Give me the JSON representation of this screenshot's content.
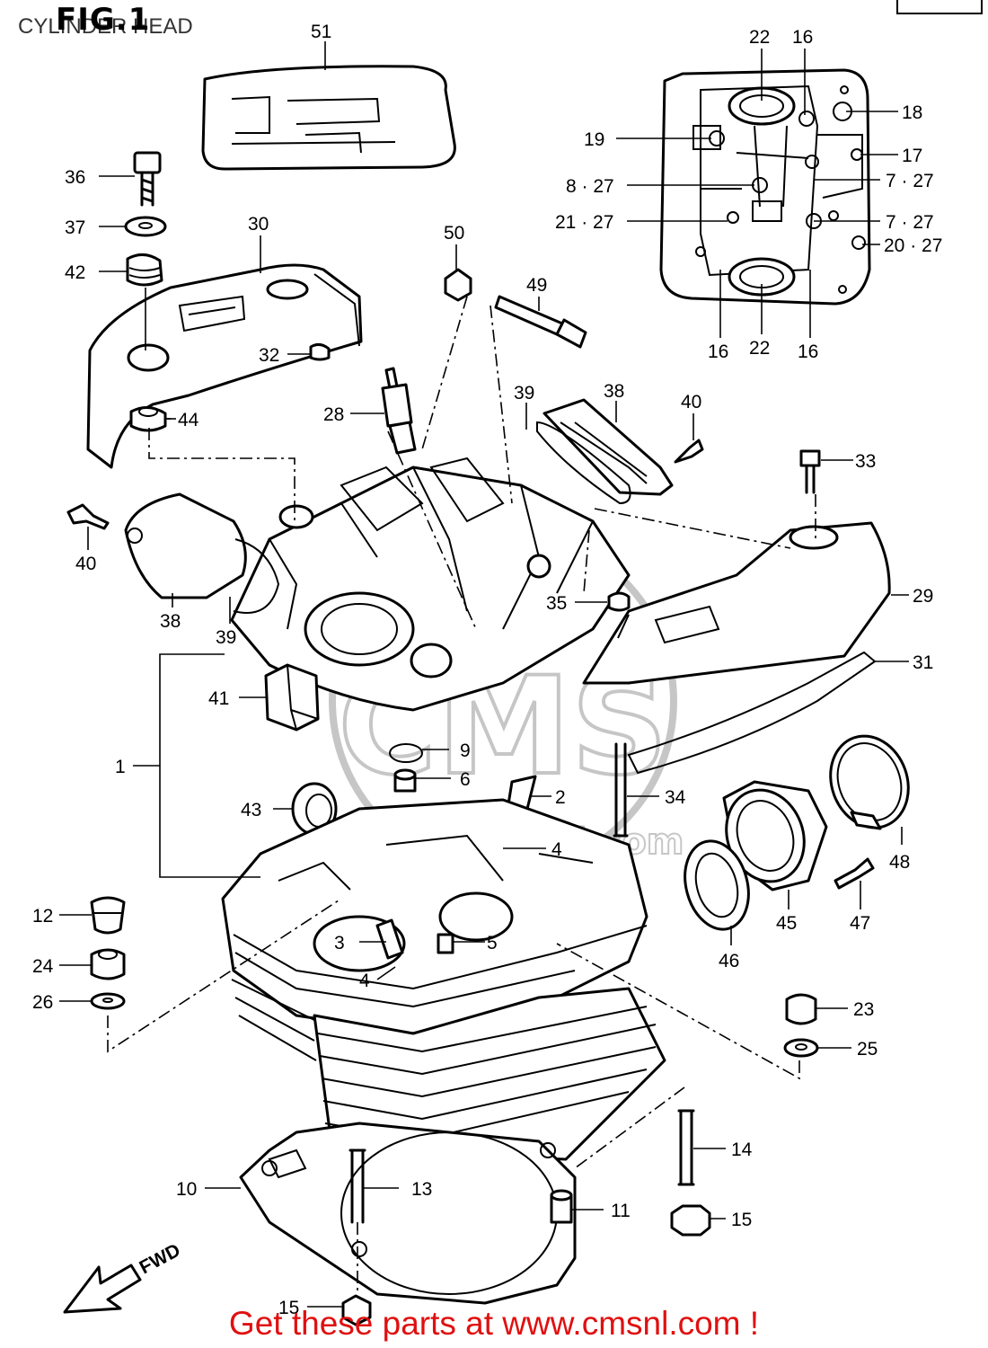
{
  "figure": {
    "title": "FIG.1",
    "subtitle": "CYLINDER HEAD"
  },
  "direction": {
    "label": "FWD"
  },
  "footer": {
    "text": "Get these parts at www.cmsnl.com !",
    "color": "#e01010"
  },
  "watermark": {
    "text": "CMS",
    "subtext": "www.cmsnl.com"
  },
  "callouts": [
    {
      "id": "c51",
      "text": "51"
    },
    {
      "id": "c36",
      "text": "36"
    },
    {
      "id": "c37",
      "text": "37"
    },
    {
      "id": "c42",
      "text": "42"
    },
    {
      "id": "c30",
      "text": "30"
    },
    {
      "id": "c32",
      "text": "32"
    },
    {
      "id": "c44",
      "text": "44"
    },
    {
      "id": "c50",
      "text": "50"
    },
    {
      "id": "c49",
      "text": "49"
    },
    {
      "id": "c28",
      "text": "28"
    },
    {
      "id": "c39a",
      "text": "39"
    },
    {
      "id": "c38a",
      "text": "38"
    },
    {
      "id": "c40a",
      "text": "40"
    },
    {
      "id": "c33",
      "text": "33"
    },
    {
      "id": "c40b",
      "text": "40"
    },
    {
      "id": "c38b",
      "text": "38"
    },
    {
      "id": "c39b",
      "text": "39"
    },
    {
      "id": "c35",
      "text": "35"
    },
    {
      "id": "c29",
      "text": "29"
    },
    {
      "id": "c31",
      "text": "31"
    },
    {
      "id": "c41",
      "text": "41"
    },
    {
      "id": "c1",
      "text": "1"
    },
    {
      "id": "c9",
      "text": "9"
    },
    {
      "id": "c6",
      "text": "6"
    },
    {
      "id": "c2",
      "text": "2"
    },
    {
      "id": "c43",
      "text": "43"
    },
    {
      "id": "c34",
      "text": "34"
    },
    {
      "id": "c4a",
      "text": "4"
    },
    {
      "id": "c48",
      "text": "48"
    },
    {
      "id": "c12",
      "text": "12"
    },
    {
      "id": "c3",
      "text": "3"
    },
    {
      "id": "c5",
      "text": "5"
    },
    {
      "id": "c45",
      "text": "45"
    },
    {
      "id": "c47",
      "text": "47"
    },
    {
      "id": "c24",
      "text": "24"
    },
    {
      "id": "c4b",
      "text": "4"
    },
    {
      "id": "c46",
      "text": "46"
    },
    {
      "id": "c26",
      "text": "26"
    },
    {
      "id": "c23",
      "text": "23"
    },
    {
      "id": "c25",
      "text": "25"
    },
    {
      "id": "c14",
      "text": "14"
    },
    {
      "id": "c10",
      "text": "10"
    },
    {
      "id": "c13",
      "text": "13"
    },
    {
      "id": "c11",
      "text": "11"
    },
    {
      "id": "c15a",
      "text": "15"
    },
    {
      "id": "c15b",
      "text": "15"
    },
    {
      "id": "c22a",
      "text": "22"
    },
    {
      "id": "c16a",
      "text": "16"
    },
    {
      "id": "c18",
      "text": "18"
    },
    {
      "id": "c19",
      "text": "19"
    },
    {
      "id": "c17",
      "text": "17"
    },
    {
      "id": "c827",
      "text": "8 · 27"
    },
    {
      "id": "c727a",
      "text": "7 · 27"
    },
    {
      "id": "c2127",
      "text": "21 · 27"
    },
    {
      "id": "c727b",
      "text": "7 · 27"
    },
    {
      "id": "c2027",
      "text": "20 · 27"
    },
    {
      "id": "c16b",
      "text": "16"
    },
    {
      "id": "c22b",
      "text": "22"
    },
    {
      "id": "c16c",
      "text": "16"
    }
  ]
}
